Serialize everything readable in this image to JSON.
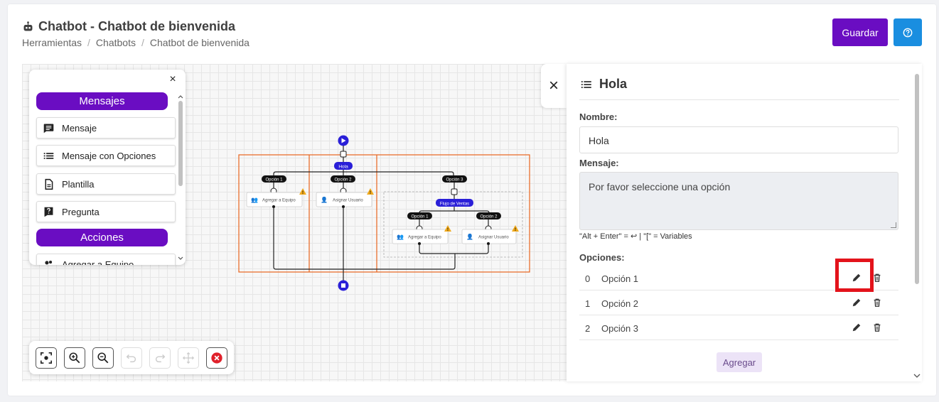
{
  "header": {
    "title": "Chatbot - Chatbot de bienvenida",
    "breadcrumbs": [
      "Herramientas",
      "Chatbots",
      "Chatbot de bienvenida"
    ],
    "separator": "/",
    "save_label": "Guardar",
    "help_icon": "question-circle-icon",
    "brand_color": "#6a0dc2",
    "help_color": "#1a8ee0"
  },
  "palette": {
    "close_label": "×",
    "sections": [
      "Mensajes",
      "Acciones"
    ],
    "items": [
      {
        "label": "Mensaje",
        "icon": "message-icon"
      },
      {
        "label": "Mensaje con Opciones",
        "icon": "list-icon"
      },
      {
        "label": "Plantilla",
        "icon": "document-icon"
      },
      {
        "label": "Pregunta",
        "icon": "question-icon"
      },
      {
        "label": "Agregar a Equipo",
        "icon": "group-add-icon"
      }
    ]
  },
  "toolbar": {
    "buttons": [
      "fit-view-icon",
      "zoom-in-icon",
      "zoom-out-icon",
      "undo-icon",
      "redo-icon",
      "move-icon",
      "delete-icon"
    ]
  },
  "flow": {
    "root_node": "Hola",
    "branches": [
      {
        "label": "Opción 1",
        "action": "Agregar a Equipo"
      },
      {
        "label": "Opción 2",
        "action": "Asignar Usuario"
      },
      {
        "label": "Opción 3",
        "subflow": "Flujo de Ventas",
        "sub_branches": [
          {
            "label": "Opción 1",
            "action": "Agregar a Equipo"
          },
          {
            "label": "Opción 2",
            "action": "Asignar Usuario"
          }
        ]
      }
    ]
  },
  "panel": {
    "close_label": "×",
    "title": "Hola",
    "name_label": "Nombre:",
    "name_value": "Hola",
    "message_label": "Mensaje:",
    "message_value": "Por favor seleccione una opción",
    "hint": "\"Alt + Enter\" = ↩ |   \"[\" = Variables",
    "options_label": "Opciones:",
    "options": [
      {
        "index": "0",
        "label": "Opción 1"
      },
      {
        "index": "1",
        "label": "Opción 2"
      },
      {
        "index": "2",
        "label": "Opción 3"
      }
    ],
    "add_label": "Agregar"
  }
}
